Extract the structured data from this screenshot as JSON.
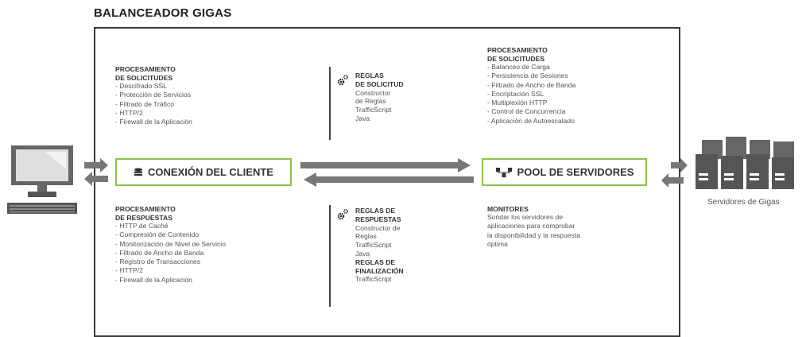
{
  "title": "BALANCEADOR GIGAS",
  "request_processing_left": {
    "title": "PROCESAMIENTO\nDE SOLICITUDES",
    "items": [
      "- Descifrado SSL",
      "- Protección de Servicios",
      "- Filtrado de Tráfico",
      "- HTTP/2",
      "- Firewall de la Aplicación"
    ]
  },
  "response_processing": {
    "title": "PROCESAMIENTO\nDE RESPUESTAS",
    "items": [
      "- HTTP de Caché",
      "- Compresión de Contenido",
      "- Monitorización de Nivel de Servicio",
      "- Filtrado de Ancho de Banda",
      "- Registro de Transacciones",
      "- HTTP/2",
      "- Firewall de la Aplicación"
    ]
  },
  "request_rules": {
    "title": "REGLAS\nDE SOLICITUD",
    "items": [
      "Constructor",
      "de Reglas",
      "TrafficScript",
      "Java"
    ]
  },
  "response_rules": {
    "title": "REGLAS DE\nRESPUESTAS",
    "items": [
      "Constructor de",
      "Reglas",
      "TrafficScript",
      "Java"
    ],
    "finalization_title": "REGLAS DE\nFINALIZACIÓN",
    "finalization_items": [
      "TrafficScript"
    ]
  },
  "request_processing_right": {
    "title": "PROCESAMIENTO\nDE SOLICITUDES",
    "items": [
      "- Balanceo de Carga",
      "- Persistencia de Sesiones",
      "- Filtrado de Ancho de Banda",
      "- Encriptación SSL",
      "- Multiplexión HTTP",
      "- Control de Concurrencia",
      "- Aplicación de Autoescalado"
    ]
  },
  "client_connection": {
    "label": "CONEXIÓN DEL CLIENTE",
    "icon": "database-icon"
  },
  "server_pool": {
    "label": "POOL DE SERVIDORES",
    "icon": "network-icon"
  },
  "monitors": {
    "title": "MONITORES",
    "text": "Sondar los servidores de\naplicaciones para comprobar\nla disponibilidad y la respuesta\nóptima"
  },
  "servers_caption": "Servidores de Gigas",
  "colors": {
    "accent_border": "#8bc34a",
    "arrow": "#777777",
    "frame": "#3a3a3a"
  }
}
